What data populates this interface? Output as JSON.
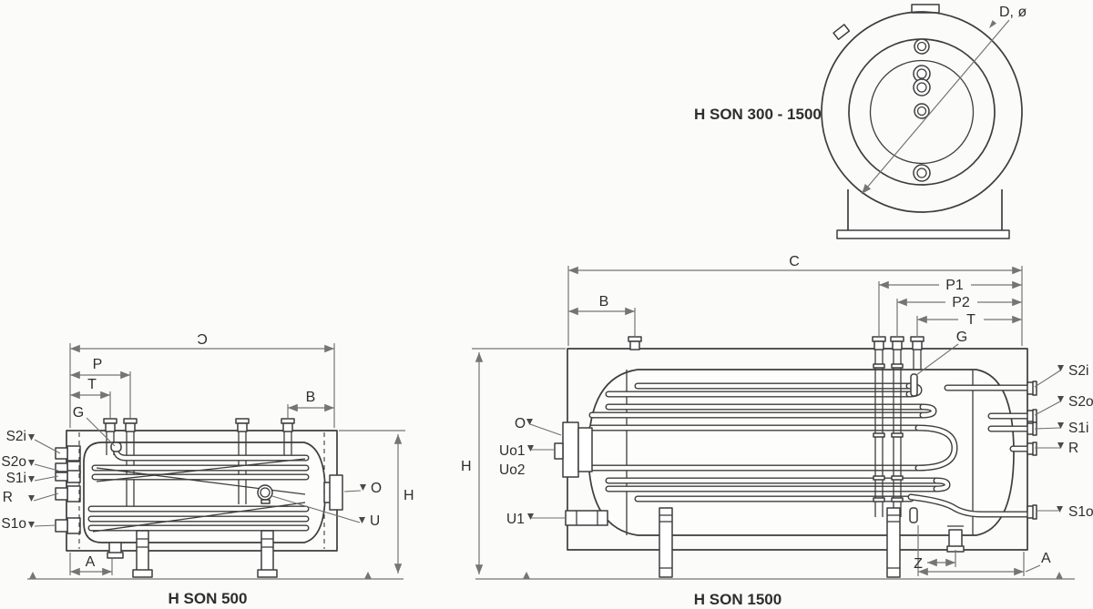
{
  "colors": {
    "background": "#fbfbf9",
    "drawing_line": "#3d3d3d",
    "dimension_line": "#757575",
    "text": "#2e2e2e"
  },
  "front_view": {
    "caption": "H SON 300 - 1500",
    "dim_diameter": "D, ø"
  },
  "small_tank": {
    "caption": "H SON 500",
    "dim_c": "Ɔ",
    "dim_p": "P",
    "dim_t": "T",
    "dim_b": "B",
    "dim_a": "A",
    "dim_h": "H",
    "port_g": "G",
    "ports_left": [
      "S2i",
      "S2o",
      "S1i",
      "R",
      "S1o"
    ],
    "port_o": "O",
    "port_u": "U"
  },
  "large_tank": {
    "caption": "H SON 1500",
    "dim_c": "C",
    "dim_b": "B",
    "dim_p1": "P1",
    "dim_p2": "P2",
    "dim_t": "T",
    "dim_h": "H",
    "dim_z": "Z",
    "dim_a": "A",
    "port_g": "G",
    "ports_right": [
      "S2i",
      "S2o",
      "S1i",
      "R",
      "S1o"
    ],
    "port_o": "O",
    "port_uo1": "Uo1",
    "port_uo2": "Uo2",
    "port_u1": "U1"
  }
}
